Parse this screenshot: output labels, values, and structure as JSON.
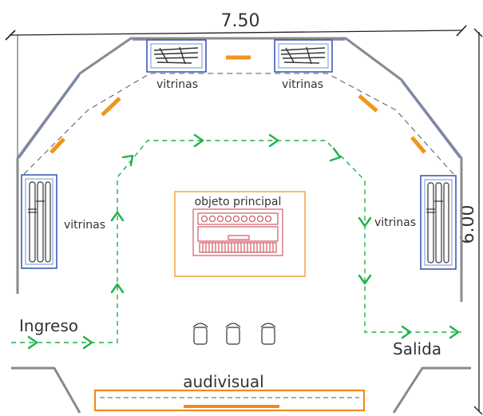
{
  "dimensions": {
    "width": "7.50",
    "height": "6.00"
  },
  "labels": {
    "vitrinas": "vitrinas",
    "main_object": "objeto principal",
    "entrance": "Ingreso",
    "exit": "Salida",
    "audiovisual": "audivisual"
  },
  "colors": {
    "walls": "#7f7f7f",
    "showcase_frame": "#3b5bb5",
    "lights": "#f0951e",
    "route": "#1fb24a",
    "main_object_frame": "#f0a030",
    "main_object_drawing": "#c83a44",
    "screen_frame": "#f08a1c",
    "dimension_line": "#222222"
  }
}
